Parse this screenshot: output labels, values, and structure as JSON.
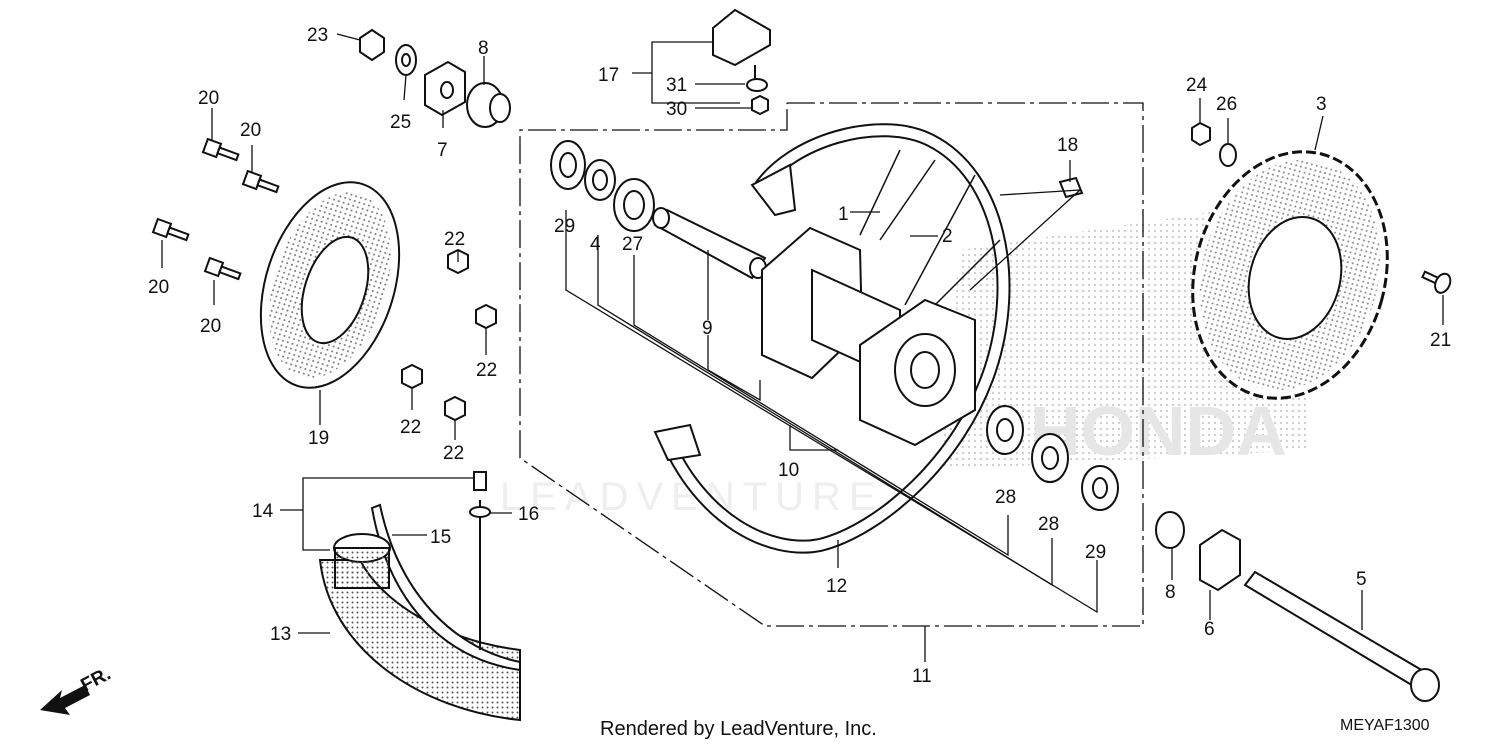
{
  "callouts": [
    {
      "id": "c23",
      "label": "23"
    },
    {
      "id": "c8a",
      "label": "8"
    },
    {
      "id": "c25",
      "label": "25"
    },
    {
      "id": "c7",
      "label": "7"
    },
    {
      "id": "c20a",
      "label": "20"
    },
    {
      "id": "c20b",
      "label": "20"
    },
    {
      "id": "c20c",
      "label": "20"
    },
    {
      "id": "c20d",
      "label": "20"
    },
    {
      "id": "c19",
      "label": "19"
    },
    {
      "id": "c22a",
      "label": "22"
    },
    {
      "id": "c22b",
      "label": "22"
    },
    {
      "id": "c22c",
      "label": "22"
    },
    {
      "id": "c22d",
      "label": "22"
    },
    {
      "id": "c17",
      "label": "17"
    },
    {
      "id": "c31",
      "label": "31"
    },
    {
      "id": "c30",
      "label": "30"
    },
    {
      "id": "c29a",
      "label": "29"
    },
    {
      "id": "c4",
      "label": "4"
    },
    {
      "id": "c27",
      "label": "27"
    },
    {
      "id": "c9",
      "label": "9"
    },
    {
      "id": "c1",
      "label": "1"
    },
    {
      "id": "c2",
      "label": "2"
    },
    {
      "id": "c18",
      "label": "18"
    },
    {
      "id": "c10",
      "label": "10"
    },
    {
      "id": "c28a",
      "label": "28"
    },
    {
      "id": "c28b",
      "label": "28"
    },
    {
      "id": "c29b",
      "label": "29"
    },
    {
      "id": "c12",
      "label": "12"
    },
    {
      "id": "c11",
      "label": "11"
    },
    {
      "id": "c24",
      "label": "24"
    },
    {
      "id": "c26",
      "label": "26"
    },
    {
      "id": "c3",
      "label": "3"
    },
    {
      "id": "c21",
      "label": "21"
    },
    {
      "id": "c8b",
      "label": "8"
    },
    {
      "id": "c6",
      "label": "6"
    },
    {
      "id": "c5",
      "label": "5"
    },
    {
      "id": "c14",
      "label": "14"
    },
    {
      "id": "c15",
      "label": "15"
    },
    {
      "id": "c16",
      "label": "16"
    },
    {
      "id": "c13",
      "label": "13"
    }
  ],
  "direction_label": "FR.",
  "watermark_brand": "HONDA",
  "watermark_text": "LEADVENTURE",
  "footer_text": "Rendered by LeadVenture, Inc.",
  "diagram_code": "MEYAF1300"
}
